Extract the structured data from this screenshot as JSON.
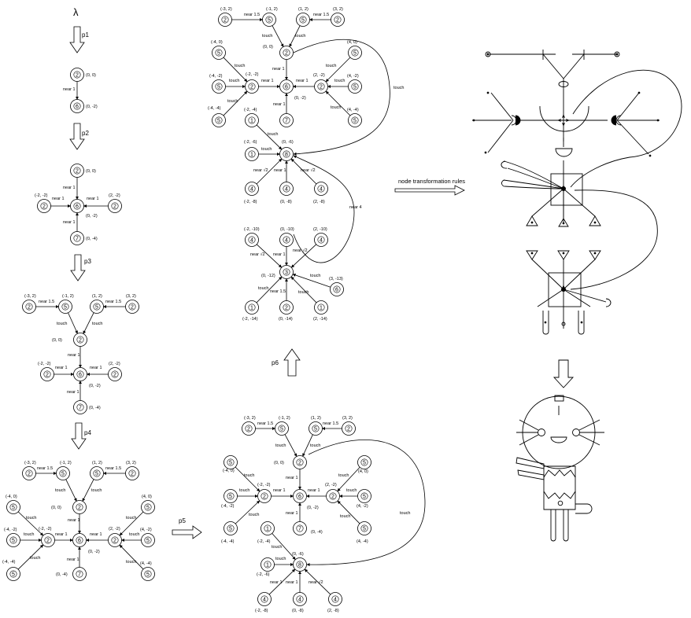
{
  "start_symbol": "λ",
  "productions": [
    "p1",
    "p2",
    "p3",
    "p4",
    "p5",
    "p6"
  ],
  "rules_label": "node transformation rules",
  "edge_labels": {
    "near1": "near 1",
    "near15": "near 1.5",
    "touch": "touch",
    "near4": "near 4",
    "nearSqrt2": "near √2"
  },
  "node_labels": {
    "two": "2",
    "five": "5",
    "six": "6",
    "seven": "7",
    "one": "1",
    "four": "4",
    "eight": "8",
    "three": "3"
  },
  "coords": {
    "c_0_0": "(0, 0)",
    "c_0_m2": "(0, -2)",
    "c_m2_m2": "(-2, -2)",
    "c_2_m2": "(2, -2)",
    "c_0_m4": "(0, -4)",
    "c_m3_2": "(-3, 2)",
    "c_m1_2": "(-1, 2)",
    "c_1_2": "(1, 2)",
    "c_3_2": "(3, 2)",
    "c_m4_0": "(-4, 0)",
    "c_m4_m2": "(-4, -2)",
    "c_m4_m4": "(-4, -4)",
    "c_4_0": "(4, 0)",
    "c_4_m2": "(4, -2)",
    "c_4_m4": "(4, -4)",
    "c_m2_m4": "(-2, -4)",
    "c_0_m6": "(0, -6)",
    "c_m2_m6": "(-2, -6)",
    "c_m2_m8": "(-2, -8)",
    "c_0_m8": "(0, -8)",
    "c_2_m8": "(2, -8)",
    "c_m2_m10": "(-2, -10)",
    "c_0_m10": "(0, -10)",
    "c_2_m10": "(2, -10)",
    "c_0_m12": "(0, -12)",
    "c_3_m13": "(3, -13)",
    "c_m2_m14": "(-2, -14)",
    "c_0_m14": "(0, -14)",
    "c_2_m14": "(2, -14)"
  }
}
